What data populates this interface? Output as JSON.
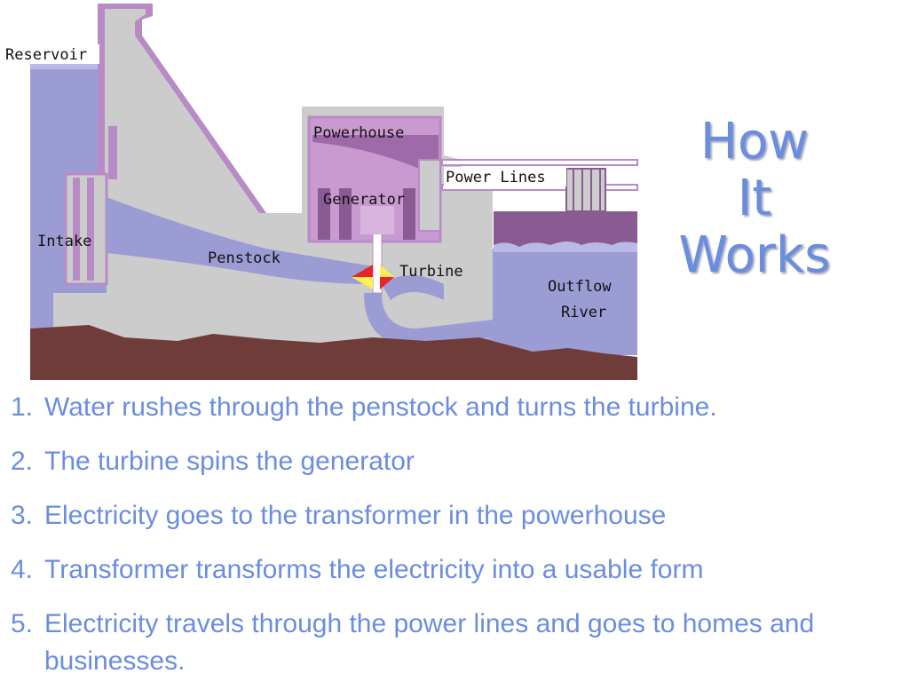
{
  "diagram": {
    "labels": {
      "reservoir": "Reservoir",
      "powerhouse": "Powerhouse",
      "power_lines": "Power Lines",
      "generator": "Generator",
      "intake": "Intake",
      "penstock": "Penstock",
      "turbine": "Turbine",
      "outflow": "Outflow",
      "river": "River"
    },
    "colors": {
      "water": "#9c9cd4",
      "dam": "#cccccc",
      "ground": "#6f3c3a",
      "powerhouse": "#c99ad0",
      "rim": "#b98bc6",
      "dark_purple": "#8a5a92",
      "turbine_red": "#e8232a",
      "turbine_yellow": "#ffee55"
    }
  },
  "title": {
    "line1": "How",
    "line2": "It",
    "line3": "Works",
    "color": "#6b8de0"
  },
  "steps": [
    {
      "num": "1.",
      "text": "Water rushes through the penstock and turns the turbine."
    },
    {
      "num": "2.",
      "text": "The turbine spins the generator"
    },
    {
      "num": "3.",
      "text": "Electricity goes to the transformer in the powerhouse"
    },
    {
      "num": "4.",
      "text": "Transformer transforms the electricity into a usable form"
    },
    {
      "num": "5.",
      "text": "Electricity travels through the power lines and goes to homes and businesses."
    }
  ]
}
